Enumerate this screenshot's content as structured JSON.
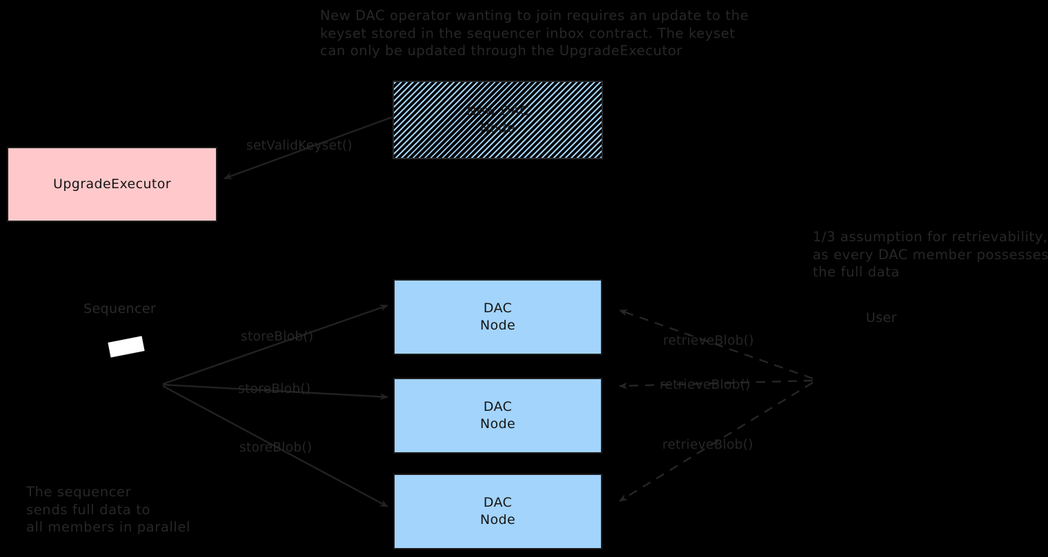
{
  "diagram": {
    "background_color": "#000000",
    "notes": [
      {
        "id": "keyset-note",
        "text": "New DAC operator wanting to join requires an update to the\nkeyset stored in the sequencer inbox contract. The keyset\ncan only be updated through the UpgradeExecutor"
      },
      {
        "id": "retrievability-note",
        "text": "1/3 assumption for retrievability,\nas every DAC member possesses\nthe full data"
      },
      {
        "id": "parallel-note",
        "text": "The sequencer\nsends full data to\nall members in parallel"
      }
    ],
    "nodes": [
      {
        "id": "new-dac-node",
        "label": "New DAC\nNode",
        "style": "hatched",
        "fill": "#a3d4fc",
        "stroke": "#2a2a2a"
      },
      {
        "id": "upgrade-executor",
        "label": "UpgradeExecutor",
        "style": "solid",
        "fill": "#ffc9cb",
        "stroke": "#1c1c1c"
      },
      {
        "id": "dac-node-1",
        "label": "DAC\nNode",
        "style": "solid",
        "fill": "#a3d4fc",
        "stroke": "#1c1c1c"
      },
      {
        "id": "dac-node-2",
        "label": "DAC\nNode",
        "style": "solid",
        "fill": "#a3d4fc",
        "stroke": "#1c1c1c"
      },
      {
        "id": "dac-node-3",
        "label": "DAC\nNode",
        "style": "solid",
        "fill": "#a3d4fc",
        "stroke": "#1c1c1c"
      }
    ],
    "actors": [
      {
        "id": "sequencer",
        "label": "Sequencer"
      },
      {
        "id": "user",
        "label": "User"
      }
    ],
    "edges": [
      {
        "id": "set-valid-keyset",
        "label": "setValidKeyset()",
        "from": "new-dac-node",
        "to": "upgrade-executor",
        "style": "solid"
      },
      {
        "id": "store-blob-1",
        "label": "storeBlob()",
        "from": "sequencer",
        "to": "dac-node-1",
        "style": "solid"
      },
      {
        "id": "store-blob-2",
        "label": "storeBlob()",
        "from": "sequencer",
        "to": "dac-node-2",
        "style": "solid"
      },
      {
        "id": "store-blob-3",
        "label": "storeBlob()",
        "from": "sequencer",
        "to": "dac-node-3",
        "style": "solid"
      },
      {
        "id": "retrieve-blob-1",
        "label": "retrieveBlob()",
        "from": "user",
        "to": "dac-node-1",
        "style": "dashed"
      },
      {
        "id": "retrieve-blob-2",
        "label": "retrieveBlob()",
        "from": "user",
        "to": "dac-node-2",
        "style": "dashed"
      },
      {
        "id": "retrieve-blob-3",
        "label": "retrieveBlob()",
        "from": "user",
        "to": "dac-node-3",
        "style": "dashed"
      }
    ]
  }
}
